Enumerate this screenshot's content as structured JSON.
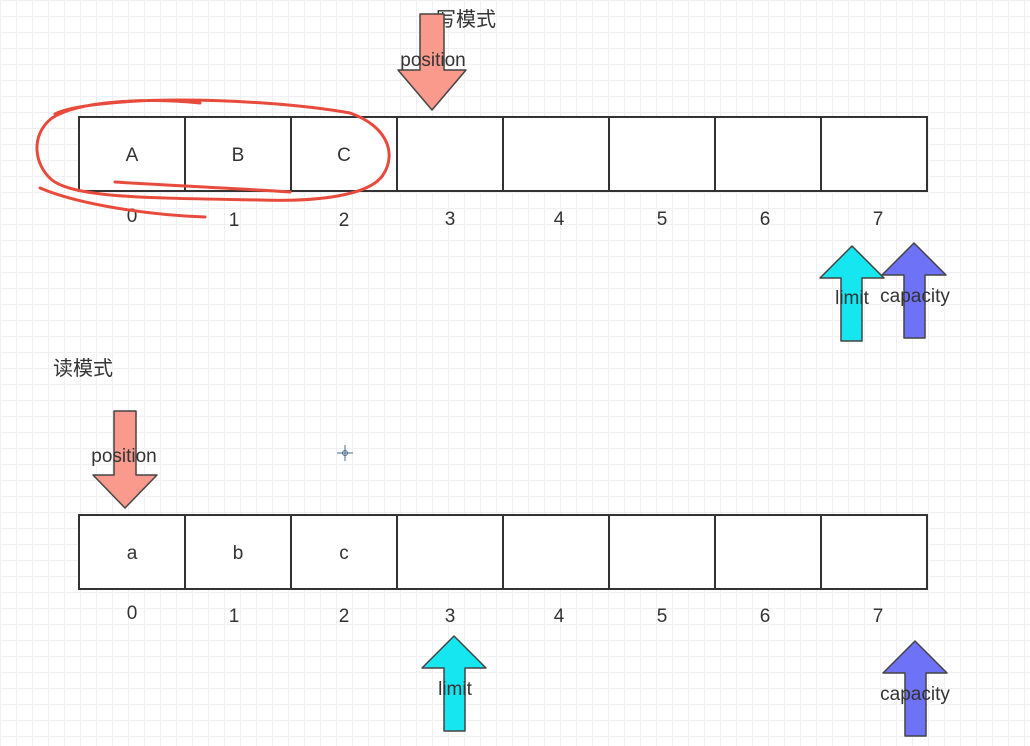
{
  "write_mode": {
    "title": "写模式",
    "cells": [
      "A",
      "B",
      "C",
      "",
      "",
      "",
      "",
      ""
    ],
    "indices": [
      "0",
      "1",
      "2",
      "3",
      "4",
      "5",
      "6",
      "7"
    ],
    "position_label": "position",
    "limit_label": "limit",
    "capacity_label": "capacity"
  },
  "read_mode": {
    "title": "读模式",
    "cells": [
      "a",
      "b",
      "c",
      "",
      "",
      "",
      "",
      ""
    ],
    "indices": [
      "0",
      "1",
      "2",
      "3",
      "4",
      "5",
      "6",
      "7"
    ],
    "position_label": "position",
    "limit_label": "limit",
    "capacity_label": "capacity"
  },
  "colors": {
    "position_arrow": "#FA9A8C",
    "limit_arrow": "#15E6F0",
    "capacity_arrow": "#6D72F7",
    "annotation": "#E84B3C"
  }
}
